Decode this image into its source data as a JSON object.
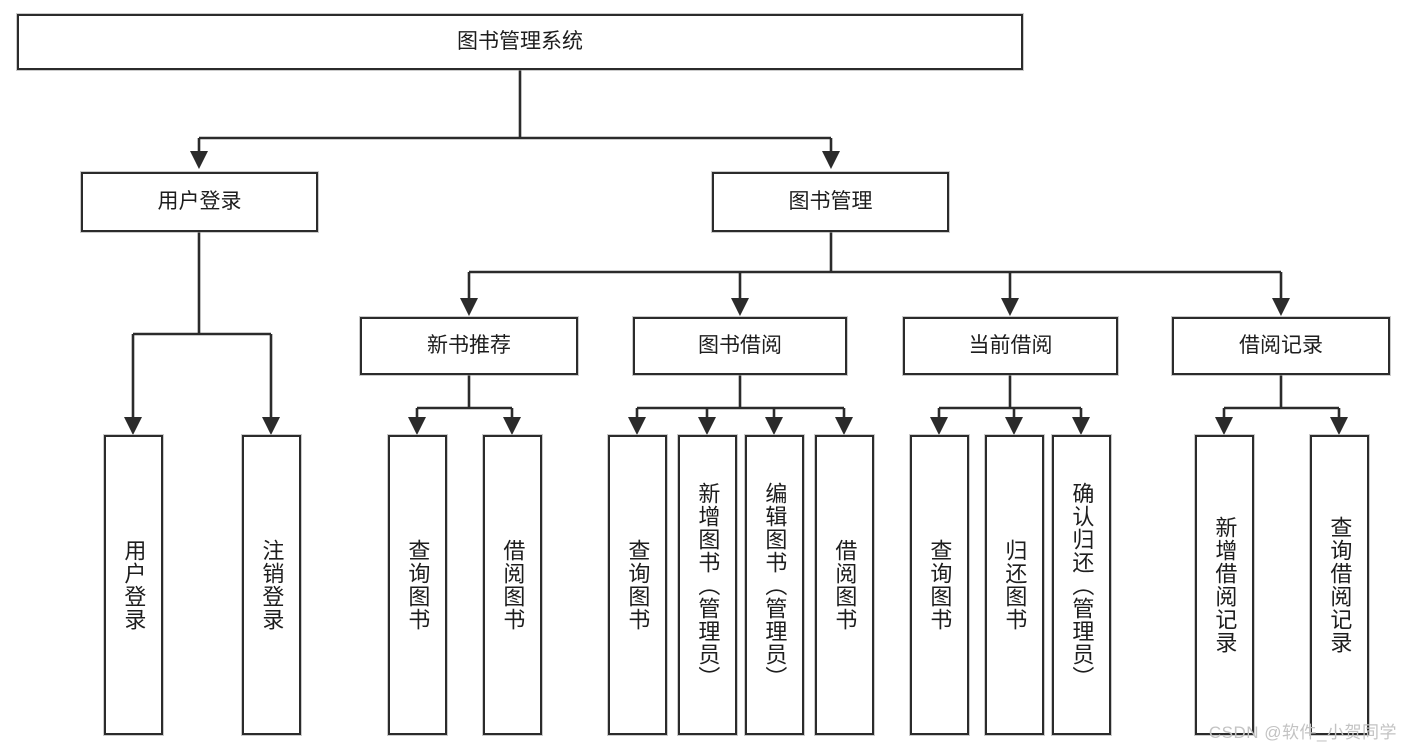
{
  "diagram": {
    "title": "图书管理系统",
    "type": "tree",
    "watermark": "CSDN @软件_小贺同学",
    "colors": {
      "background": "#ffffff",
      "border": "#2b2b2b",
      "text": "#1d1d1d",
      "connector": "#2b2b2b",
      "watermark": "#c3c3c3"
    },
    "root": {
      "label": "图书管理系统"
    },
    "level1": [
      {
        "label": "用户登录"
      },
      {
        "label": "图书管理"
      }
    ],
    "level2": [
      {
        "label": "新书推荐"
      },
      {
        "label": "图书借阅"
      },
      {
        "label": "当前借阅"
      },
      {
        "label": "借阅记录"
      }
    ],
    "leaves": [
      {
        "label": "用户登录",
        "parent": "用户登录"
      },
      {
        "label": "注销登录",
        "parent": "用户登录"
      },
      {
        "label": "查询图书",
        "parent": "新书推荐"
      },
      {
        "label": "借阅图书",
        "parent": "新书推荐"
      },
      {
        "label": "查询图书",
        "parent": "图书借阅"
      },
      {
        "label": "新增图书（管理员）",
        "parent": "图书借阅"
      },
      {
        "label": "编辑图书（管理员）",
        "parent": "图书借阅"
      },
      {
        "label": "借阅图书",
        "parent": "图书借阅"
      },
      {
        "label": "查询图书",
        "parent": "当前借阅"
      },
      {
        "label": "归还图书",
        "parent": "当前借阅"
      },
      {
        "label": "确认归还（管理员）",
        "parent": "当前借阅"
      },
      {
        "label": "新增借阅记录",
        "parent": "借阅记录"
      },
      {
        "label": "查询借阅记录",
        "parent": "借阅记录"
      }
    ]
  }
}
